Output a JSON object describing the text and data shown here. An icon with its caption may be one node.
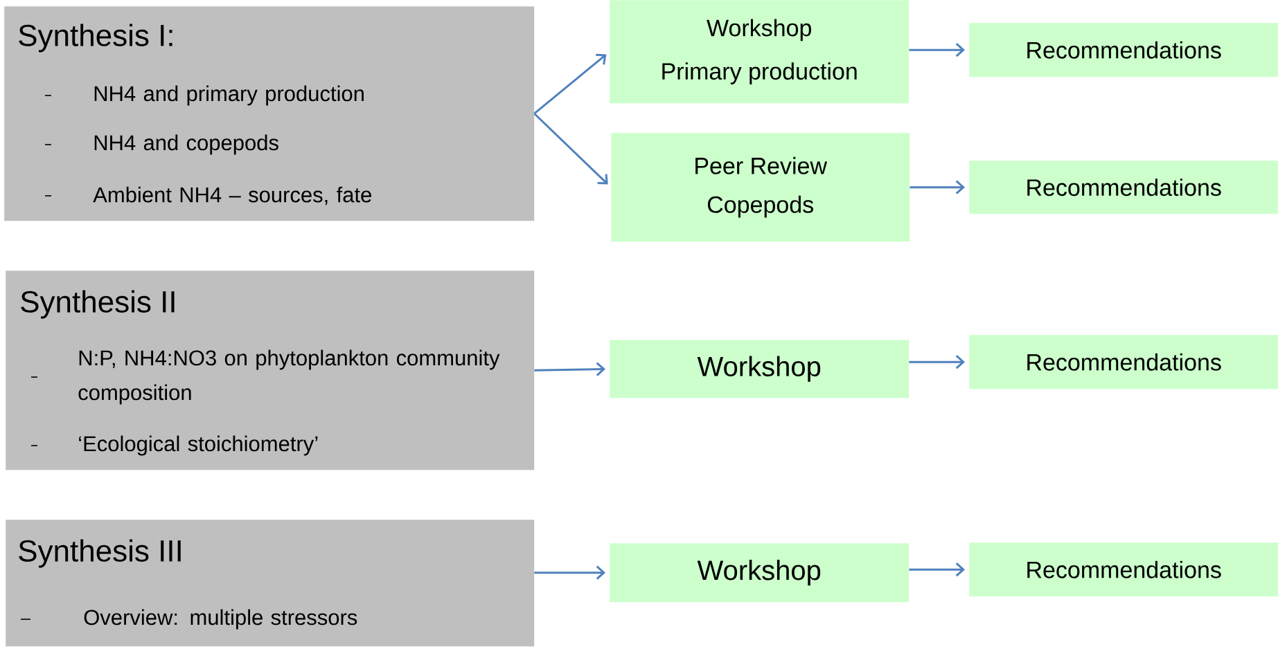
{
  "diagram": {
    "nodes": [
      {
        "text": [
          "Synthesis I:",
          "NH4 and primary production",
          "NH4 and copepods",
          "Ambient NH4 – sources, fate"
        ]
      },
      {
        "text": [
          "Workshop",
          "Primary production"
        ]
      },
      {
        "text": [
          "Recommendations"
        ]
      },
      {
        "text": [
          "Peer Review",
          "Copepods"
        ]
      },
      {
        "text": [
          "Recommendations"
        ]
      },
      {
        "text": [
          "Synthesis II",
          "N:P, NH4:NO3 on phytoplankton community composition",
          "‘Ecological stoichiometry’"
        ]
      },
      {
        "text": [
          "Workshop"
        ]
      },
      {
        "text": [
          "Recommendations"
        ]
      },
      {
        "text": [
          "Synthesis III",
          "Overview: multiple stressors"
        ]
      },
      {
        "text": [
          "Workshop"
        ]
      },
      {
        "text": [
          "Recommendations"
        ]
      }
    ],
    "edges": [
      {
        "from": 0,
        "to": 1,
        "arrow": "to"
      },
      {
        "from": 0,
        "to": 3,
        "arrow": "to"
      },
      {
        "from": 1,
        "to": 2,
        "arrow": "to"
      },
      {
        "from": 3,
        "to": 4,
        "arrow": "to"
      },
      {
        "from": 5,
        "to": 6,
        "arrow": "to"
      },
      {
        "from": 6,
        "to": 7,
        "arrow": "to"
      },
      {
        "from": 8,
        "to": 9,
        "arrow": "to"
      },
      {
        "from": 9,
        "to": 10,
        "arrow": "to"
      }
    ]
  }
}
